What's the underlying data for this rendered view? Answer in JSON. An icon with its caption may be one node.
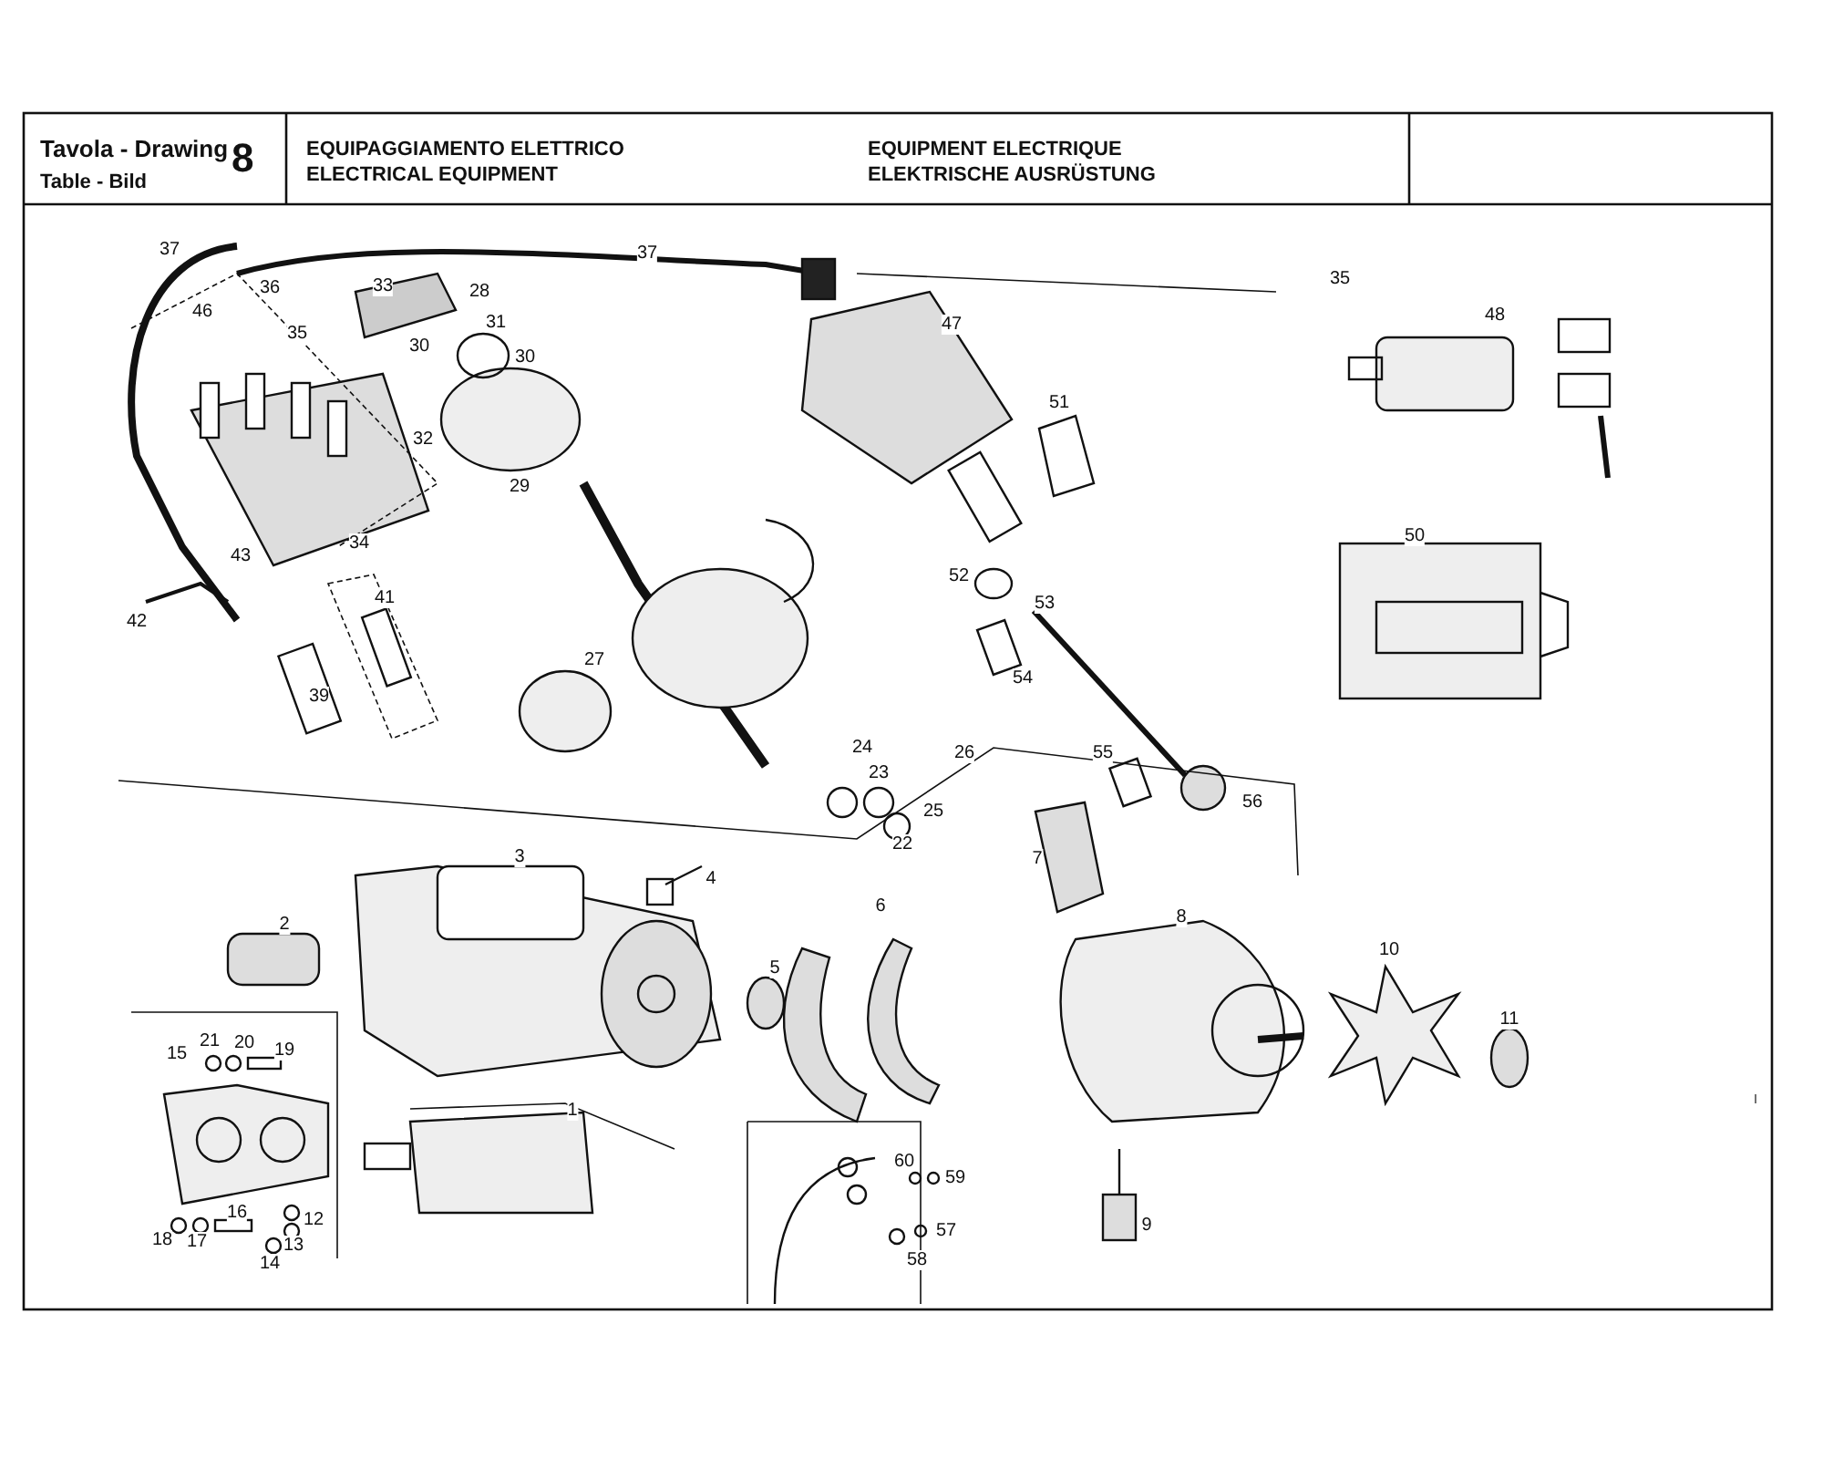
{
  "diagram": {
    "labels": [
      "Tavola - Drawing",
      "Table - Bild",
      "8",
      "EQUIPAGGIAMENTO ELETTRICO",
      "ELECTRICAL EQUIPMENT",
      "EQUIPMENT ELECTRIQUE",
      "ELEKTRISCHE AUSRÜSTUNG",
      "37",
      "37",
      "36",
      "33",
      "28",
      "31",
      "46",
      "35",
      "30",
      "30",
      "47",
      "35",
      "48",
      "51",
      "32",
      "29",
      "50",
      "34",
      "43",
      "52",
      "53",
      "42",
      "41",
      "27",
      "54",
      "39",
      "26",
      "24",
      "55",
      "23",
      "25",
      "56",
      "22",
      "3",
      "7",
      "4",
      "6",
      "8",
      "2",
      "10",
      "5",
      "11",
      "1",
      "15",
      "21",
      "20",
      "19",
      "60",
      "59",
      "16",
      "12",
      "9",
      "57",
      "18",
      "17",
      "13",
      "14",
      "58"
    ]
  }
}
